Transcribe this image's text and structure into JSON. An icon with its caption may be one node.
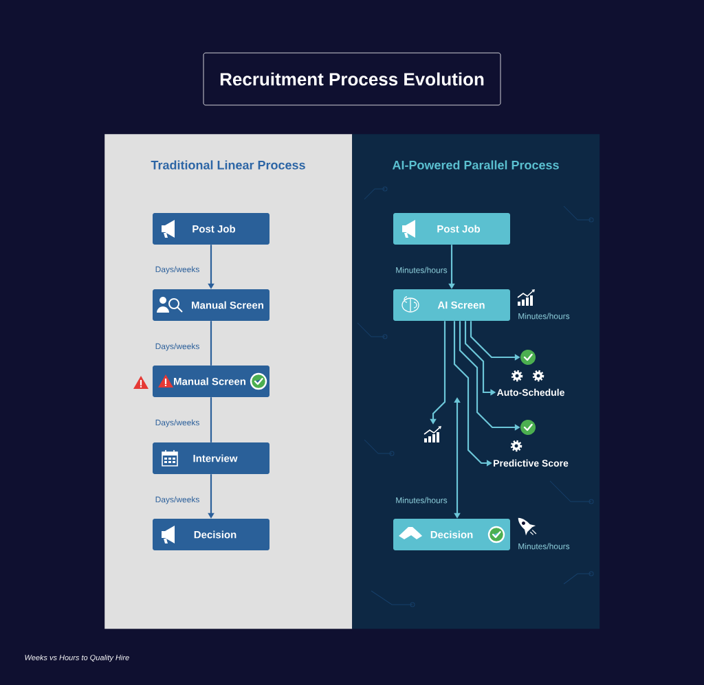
{
  "diagram": {
    "title": "Recruitment Process Evolution",
    "caption": "Weeks vs Hours to Quality Hire",
    "nodes": [
      {
        "text": [
          "Traditional Linear Process"
        ]
      },
      {
        "text": [
          "Post Job"
        ],
        "in": 0
      },
      {
        "text": [
          "Manual Screen"
        ],
        "in": 0
      },
      {
        "text": [
          "Manual Screen"
        ],
        "in": 0
      },
      {
        "text": [
          "Interview"
        ],
        "in": 0
      },
      {
        "text": [
          "Decision"
        ],
        "in": 0
      },
      {
        "text": [
          "AI-Powered Parallel Process"
        ]
      },
      {
        "text": [
          "Post Job"
        ],
        "in": 6
      },
      {
        "text": [
          "AI Screen"
        ],
        "beside": [
          "Minutes/hours"
        ],
        "in": 6
      },
      {
        "text": [],
        "shape": "circle",
        "in": 6
      },
      {
        "text": [
          "Auto-Schedule"
        ],
        "in": 6
      },
      {
        "text": [],
        "shape": "chart",
        "in": 6
      },
      {
        "text": [],
        "shape": "circle",
        "in": 6
      },
      {
        "text": [
          "Predictive Score"
        ],
        "in": 6
      },
      {
        "text": [
          "Decision"
        ],
        "beside": [
          "Minutes/hours"
        ],
        "in": 6
      }
    ],
    "edges": [
      {
        "from": 1,
        "to": 2,
        "arrow": "to",
        "label": "Days/weeks",
        "color": "#2b5f9a"
      },
      {
        "from": 2,
        "to": 3,
        "arrow": "none",
        "label": "Days/weeks",
        "color": "#2b5f9a"
      },
      {
        "from": 3,
        "to": 4,
        "arrow": "none",
        "label": "Days/weeks",
        "color": "#2b5f9a"
      },
      {
        "from": 4,
        "to": 5,
        "arrow": "to",
        "label": "Days/weeks",
        "color": "#2b5f9a"
      },
      {
        "from": 7,
        "to": 8,
        "arrow": "to",
        "label": "Minutes/hours"
      },
      {
        "from": 8,
        "to": 9,
        "arrow": "to"
      },
      {
        "from": 8,
        "to": 10,
        "arrow": "to"
      },
      {
        "from": 8,
        "to": 11,
        "arrow": "to"
      },
      {
        "from": 8,
        "to": 12,
        "arrow": "to"
      },
      {
        "from": 8,
        "to": 13,
        "arrow": "to"
      },
      {
        "from": null,
        "to": 14,
        "arrow": "both",
        "label": "Minutes/hours"
      }
    ]
  }
}
